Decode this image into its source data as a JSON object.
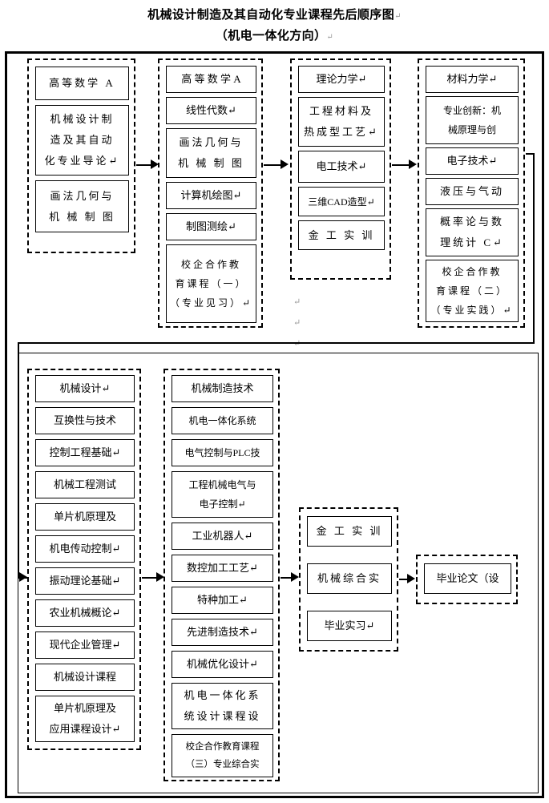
{
  "title": {
    "line1": "机械设计制造及其自动化专业课程先后顺序图",
    "line2": "（机电一体化方向）",
    "mark": "↵"
  },
  "colors": {
    "line": "#000000",
    "background": "#ffffff",
    "pilcrow": "#9a9a9a"
  },
  "groups": {
    "sem1": {
      "name": "semester-1-group",
      "boxes": [
        {
          "lines": [
            "高等数学 A"
          ],
          "spaced": true
        },
        {
          "lines": [
            "机械设计制",
            "造及其自动",
            "化专业导论↵"
          ],
          "spaced": true
        },
        {
          "lines": [
            "画法几何与",
            "机 械 制 图"
          ],
          "spaced": true
        }
      ]
    },
    "sem2": {
      "name": "semester-2-group",
      "boxes": [
        {
          "lines": [
            "高 等 数 学  A"
          ],
          "spaced": false
        },
        {
          "lines": [
            "线性代数↵"
          ],
          "spaced": false
        },
        {
          "lines": [
            "画法几何与",
            "机 械 制 图"
          ],
          "spaced": true
        },
        {
          "lines": [
            "计算机绘图↵"
          ],
          "spaced": false
        },
        {
          "lines": [
            "制图测绘↵"
          ],
          "spaced": false
        },
        {
          "lines": [
            "校企合作教",
            "育课程（一）",
            "（专业见习）↵"
          ],
          "spaced": false
        }
      ]
    },
    "sem3": {
      "name": "semester-3-group",
      "boxes": [
        {
          "lines": [
            "理论力学↵"
          ],
          "spaced": false
        },
        {
          "lines": [
            "工程材料及",
            "热成型工艺↵"
          ],
          "spaced": true
        },
        {
          "lines": [
            "电工技术↵"
          ],
          "spaced": false
        },
        {
          "lines": [
            "三维CAD造型↵"
          ],
          "spaced": false
        },
        {
          "lines": [
            "金 工 实 训"
          ],
          "spaced": true
        }
      ]
    },
    "sem4": {
      "name": "semester-4-group",
      "boxes": [
        {
          "lines": [
            "材料力学↵"
          ],
          "spaced": false
        },
        {
          "lines": [
            "专业创新：机",
            "械原理与创"
          ],
          "spaced": false
        },
        {
          "lines": [
            "电子技术↵"
          ],
          "spaced": false
        },
        {
          "lines": [
            "液压与气动"
          ],
          "spaced": true
        },
        {
          "lines": [
            "概率论与数",
            "理统计 C↵"
          ],
          "spaced": true
        },
        {
          "lines": [
            "校企合作教",
            "育课程（二）",
            "（专业实践）↵"
          ],
          "spaced": false
        }
      ]
    },
    "sem5": {
      "name": "semester-5-group",
      "boxes": [
        {
          "lines": [
            "机械设计↵"
          ],
          "spaced": false
        },
        {
          "lines": [
            "互换性与技术"
          ],
          "spaced": false
        },
        {
          "lines": [
            "控制工程基础↵"
          ],
          "spaced": false
        },
        {
          "lines": [
            "机械工程测试"
          ],
          "spaced": false
        },
        {
          "lines": [
            "单片机原理及"
          ],
          "spaced": false
        },
        {
          "lines": [
            "机电传动控制↵"
          ],
          "spaced": false
        },
        {
          "lines": [
            "振动理论基础↵"
          ],
          "spaced": false
        },
        {
          "lines": [
            "农业机械概论↵"
          ],
          "spaced": false
        },
        {
          "lines": [
            "现代企业管理↵"
          ],
          "spaced": false
        },
        {
          "lines": [
            "机械设计课程"
          ],
          "spaced": false
        },
        {
          "lines": [
            "单片机原理及",
            "应用课程设计↵"
          ],
          "spaced": false
        }
      ]
    },
    "sem6": {
      "name": "semester-6-group",
      "boxes": [
        {
          "lines": [
            "机械制造技术"
          ],
          "spaced": false
        },
        {
          "lines": [
            "机电一体化系统"
          ],
          "spaced": false
        },
        {
          "lines": [
            "电气控制与PLC技"
          ],
          "spaced": false
        },
        {
          "lines": [
            "工程机械电气与",
            "电子控制↵"
          ],
          "spaced": false
        },
        {
          "lines": [
            "工业机器人↵"
          ],
          "spaced": false
        },
        {
          "lines": [
            "数控加工工艺↵"
          ],
          "spaced": false
        },
        {
          "lines": [
            "特种加工↵"
          ],
          "spaced": false
        },
        {
          "lines": [
            "先进制造技术↵"
          ],
          "spaced": false
        },
        {
          "lines": [
            "机械优化设计↵"
          ],
          "spaced": false
        },
        {
          "lines": [
            "机电一体化系",
            "统设计课程设"
          ],
          "spaced": false
        },
        {
          "lines": [
            "校企合作教育课程",
            "（三）专业综合实"
          ],
          "spaced": false
        }
      ]
    },
    "sem7": {
      "name": "semester-7-group",
      "boxes": [
        {
          "lines": [
            "金 工 实 训"
          ],
          "spaced": true
        },
        {
          "lines": [
            "机械综合实"
          ],
          "spaced": true
        },
        {
          "lines": [
            "毕业实习↵"
          ],
          "spaced": false
        }
      ]
    },
    "sem8": {
      "name": "semester-8-group",
      "boxes": [
        {
          "lines": [
            "毕业论文（设"
          ],
          "spaced": false
        }
      ]
    }
  },
  "stray_marks": [
    "↵",
    "↵",
    "↵"
  ]
}
